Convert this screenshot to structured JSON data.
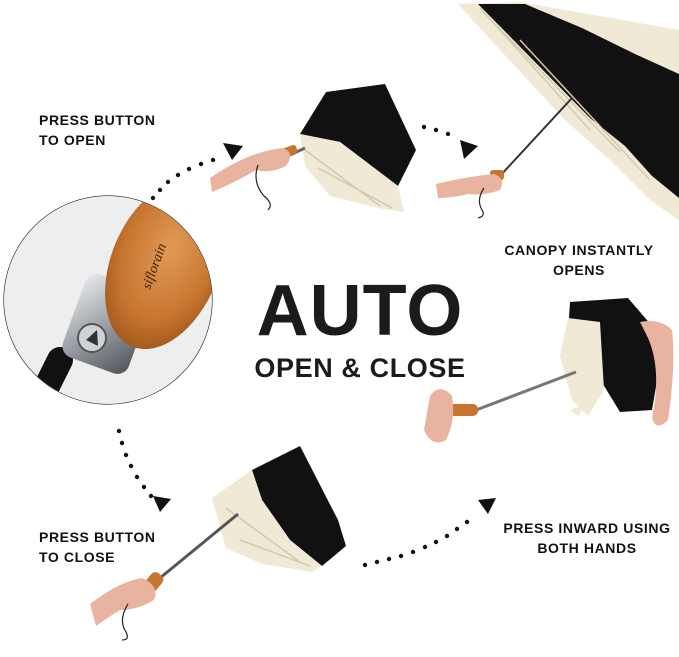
{
  "headline": {
    "title": "AUTO",
    "subtitle": "OPEN & CLOSE"
  },
  "steps": {
    "open": [
      "PRESS BUTTON",
      "TO OPEN"
    ],
    "canopy": [
      "CANOPY INSTANTLY",
      "OPENS"
    ],
    "inward": [
      "PRESS INWARD USING",
      "BOTH HANDS"
    ],
    "close": [
      "PRESS BUTTON",
      "TO CLOSE"
    ]
  },
  "handle_brand": "siflorain",
  "colors": {
    "canopy_outer": "#111111",
    "canopy_inner": "#efe9d6",
    "wood": "#c8762f",
    "metal": "#9aa0a6",
    "skin": "#e8b49f",
    "dots": "#111111"
  },
  "icons": [
    "arrow-head-icon",
    "umbrella-icon",
    "hand-icon",
    "handle-button-icon"
  ]
}
